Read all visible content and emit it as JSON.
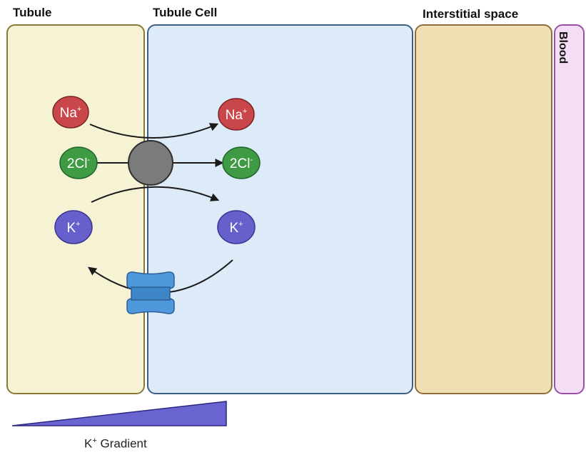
{
  "regions": {
    "tubule": {
      "title": "Tubule",
      "fill": "#f6f2d4",
      "border": "#8a7a38"
    },
    "tubule_cell": {
      "title": "Tubule Cell",
      "fill": "#ddeaf8",
      "border": "#3d5f82"
    },
    "interstitial": {
      "title": "Interstitial space",
      "fill": "#f0dfb2",
      "border": "#8d6e3c"
    },
    "blood": {
      "title": "Blood",
      "fill": "#f4def6",
      "border": "#9a50a6"
    }
  },
  "ions": {
    "na_left": {
      "base": "Na",
      "sup": "+",
      "fill": "#c9474a",
      "stroke": "#7a2426"
    },
    "na_right": {
      "base": "Na",
      "sup": "+",
      "fill": "#c9474a",
      "stroke": "#7a2426"
    },
    "cl_left": {
      "base": "2Cl",
      "sup": "-",
      "fill": "#3e9b44",
      "stroke": "#22632a"
    },
    "cl_right": {
      "base": "2Cl",
      "sup": "-",
      "fill": "#3e9b44",
      "stroke": "#22632a"
    },
    "k_left": {
      "base": "K",
      "sup": "+",
      "fill": "#6760cc",
      "stroke": "#3a3490"
    },
    "k_right": {
      "base": "K",
      "sup": "+",
      "fill": "#6760cc",
      "stroke": "#3a3490"
    }
  },
  "cotransporter": {
    "fill": "#7b7b7b",
    "stroke": "#2e2e2e"
  },
  "channel": {
    "fill": "#4f98dc",
    "stroke": "#2b5f96"
  },
  "gradient": {
    "base": "K",
    "sup": "+",
    "rest": " Gradient",
    "fill": "#6a64d0",
    "stroke": "#2b2880"
  },
  "arrow_color": "#1a1a1a"
}
